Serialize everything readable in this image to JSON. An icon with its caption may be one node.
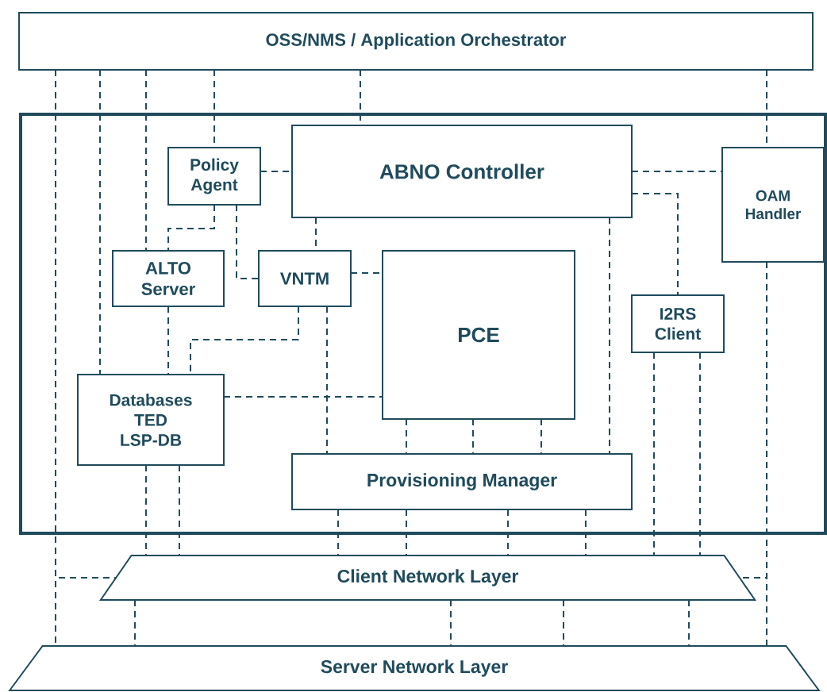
{
  "diagram": {
    "nodes": [
      {
        "text": [
          "OSS/NMS / Application Orchestrator"
        ]
      },
      {
        "text": [],
        "shape": "box"
      },
      {
        "text": [
          "Policy Agent"
        ],
        "in": 1
      },
      {
        "text": [
          "ABNO Controller"
        ],
        "in": 1
      },
      {
        "text": [
          "OAM Handler"
        ],
        "in": 1
      },
      {
        "text": [
          "ALTO Server"
        ],
        "in": 1
      },
      {
        "text": [
          "VNTM"
        ],
        "in": 1
      },
      {
        "text": [
          "PCE"
        ],
        "in": 1
      },
      {
        "text": [
          "I2RS Client"
        ],
        "in": 1
      },
      {
        "text": [
          "Databases",
          "TED",
          "LSP-DB"
        ],
        "in": 1
      },
      {
        "text": [
          "Provisioning Manager"
        ],
        "in": 1
      },
      {
        "text": [
          "Client Network Layer"
        ]
      },
      {
        "text": [
          "Server Network Layer"
        ]
      }
    ],
    "edges": [
      {
        "from": 0,
        "to": 2,
        "arrow": "none",
        "style": "dashed"
      },
      {
        "from": 0,
        "to": 5,
        "arrow": "none",
        "style": "dashed"
      },
      {
        "from": 0,
        "to": 9,
        "arrow": "none",
        "style": "dashed"
      },
      {
        "from": 0,
        "to": 3,
        "arrow": "none",
        "style": "dashed"
      },
      {
        "from": 0,
        "to": 4,
        "arrow": "none",
        "style": "dashed"
      },
      {
        "from": 0,
        "to": 11,
        "arrow": "none",
        "style": "dashed"
      },
      {
        "from": 0,
        "to": 12,
        "arrow": "none",
        "style": "dashed"
      },
      {
        "from": 2,
        "to": 3,
        "arrow": "none",
        "style": "dashed"
      },
      {
        "from": 3,
        "to": 4,
        "arrow": "none",
        "style": "dashed"
      },
      {
        "from": 3,
        "to": 8,
        "arrow": "none",
        "style": "dashed"
      },
      {
        "from": 2,
        "to": 5,
        "arrow": "none",
        "style": "dashed"
      },
      {
        "from": 2,
        "to": 6,
        "arrow": "none",
        "style": "dashed"
      },
      {
        "from": 3,
        "to": 6,
        "arrow": "none",
        "style": "dashed"
      },
      {
        "from": 6,
        "to": 7,
        "arrow": "none",
        "style": "dashed"
      },
      {
        "from": 6,
        "to": 9,
        "arrow": "none",
        "style": "dashed"
      },
      {
        "from": 5,
        "to": 9,
        "arrow": "none",
        "style": "dashed"
      },
      {
        "from": 6,
        "to": 10,
        "arrow": "none",
        "style": "dashed"
      },
      {
        "from": 9,
        "to": 7,
        "arrow": "none",
        "style": "dashed"
      },
      {
        "from": 3,
        "to": 10,
        "arrow": "none",
        "style": "dashed"
      },
      {
        "from": 7,
        "to": 10,
        "arrow": "none",
        "style": "dashed"
      },
      {
        "from": 7,
        "to": 10,
        "arrow": "none",
        "style": "dashed"
      },
      {
        "from": 7,
        "to": 10,
        "arrow": "none",
        "style": "dashed"
      },
      {
        "from": 9,
        "to": 11,
        "arrow": "none",
        "style": "dashed"
      },
      {
        "from": 9,
        "to": 11,
        "arrow": "none",
        "style": "dashed"
      },
      {
        "from": 10,
        "to": 11,
        "arrow": "none",
        "style": "dashed"
      },
      {
        "from": 10,
        "to": 11,
        "arrow": "none",
        "style": "dashed"
      },
      {
        "from": 10,
        "to": 11,
        "arrow": "none",
        "style": "dashed"
      },
      {
        "from": 10,
        "to": 11,
        "arrow": "none",
        "style": "dashed"
      },
      {
        "from": 8,
        "to": 11,
        "arrow": "none",
        "style": "dashed"
      },
      {
        "from": 8,
        "to": 11,
        "arrow": "none",
        "style": "dashed"
      },
      {
        "from": 11,
        "to": 12,
        "arrow": "none",
        "style": "dashed"
      },
      {
        "from": 11,
        "to": 12,
        "arrow": "none",
        "style": "dashed"
      },
      {
        "from": 11,
        "to": 12,
        "arrow": "none",
        "style": "dashed"
      },
      {
        "from": 11,
        "to": 12,
        "arrow": "none",
        "style": "dashed"
      },
      {
        "from": 4,
        "to": 11,
        "arrow": "none",
        "style": "dashed"
      },
      {
        "from": 4,
        "to": 12,
        "arrow": "none",
        "style": "dashed"
      }
    ]
  }
}
